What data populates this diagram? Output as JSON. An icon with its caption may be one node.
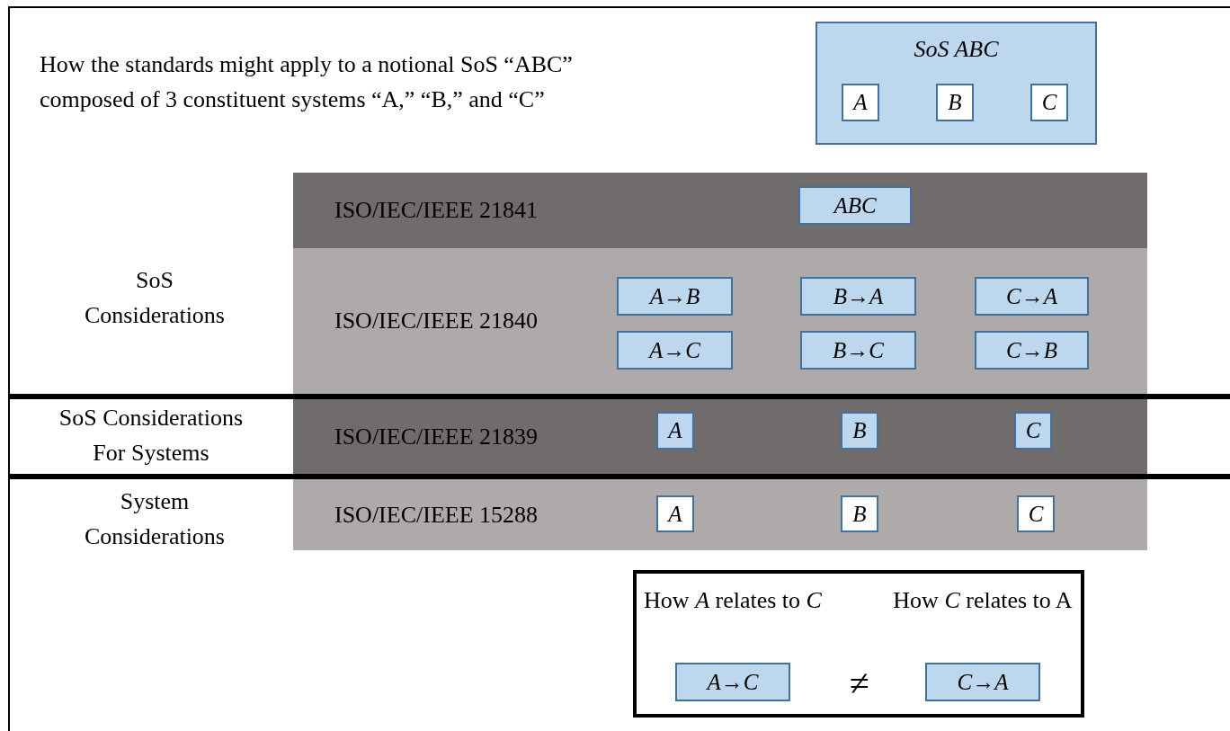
{
  "diagram": {
    "title": "How the standards might apply to a notional SoS “ABC” composed of 3 constituent systems “A,” “B,” and “C”",
    "nodes": [
      {
        "text": [
          "SoS ABC"
        ]
      },
      {
        "text": [
          "A"
        ],
        "in": 0
      },
      {
        "text": [
          "B"
        ],
        "in": 0
      },
      {
        "text": [
          "C"
        ],
        "in": 0
      },
      {
        "text": [
          "ISO/IEC/IEEE 21841"
        ]
      },
      {
        "text": [
          "ABC"
        ],
        "in": 4
      },
      {
        "text": [
          "ISO/IEC/IEEE 21840"
        ]
      },
      {
        "text": [
          "A→B"
        ],
        "in": 6
      },
      {
        "text": [
          "B→A"
        ],
        "in": 6
      },
      {
        "text": [
          "C→A"
        ],
        "in": 6
      },
      {
        "text": [
          "A→C"
        ],
        "in": 6
      },
      {
        "text": [
          "B→C"
        ],
        "in": 6
      },
      {
        "text": [
          "C→B"
        ],
        "in": 6
      },
      {
        "text": [
          "ISO/IEC/IEEE 21839"
        ]
      },
      {
        "text": [
          "A"
        ],
        "in": 13
      },
      {
        "text": [
          "B"
        ],
        "in": 13
      },
      {
        "text": [
          "C"
        ],
        "in": 13
      },
      {
        "text": [
          "ISO/IEC/IEEE 15288"
        ]
      },
      {
        "text": [
          "A"
        ],
        "in": 17
      },
      {
        "text": [
          "B"
        ],
        "in": 17
      },
      {
        "text": [
          "C"
        ],
        "in": 17
      },
      {
        "text": [],
        "shape": "box"
      },
      {
        "text": [
          "How *A* relates to *C*",
          "A→C"
        ],
        "in": 21
      },
      {
        "text": [
          "How *C* relates to A",
          "C→A"
        ],
        "in": 21
      }
    ],
    "edges": [],
    "labels": [
      "SoS Considerations",
      "SoS Considerations For Systems",
      "System Considerations",
      "≠"
    ]
  }
}
